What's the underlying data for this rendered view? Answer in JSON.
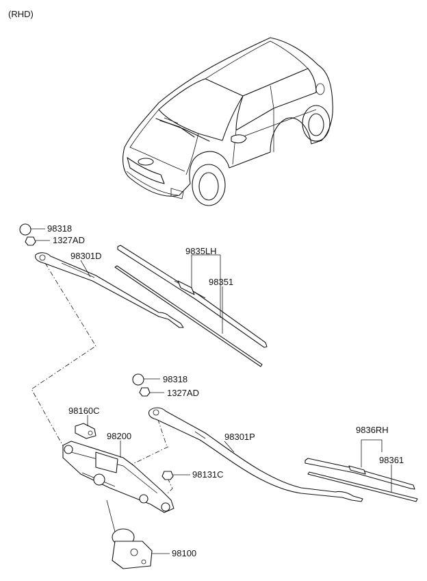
{
  "header": {
    "variant": "(RHD)"
  },
  "parts": {
    "cap_top": "98318",
    "nut_top": "1327AD",
    "arm_driver": "98301D",
    "blade_lh": "9835LH",
    "refill_lh": "98351",
    "cap_mid": "98318",
    "nut_mid": "1327AD",
    "bracket": "98160C",
    "linkage": "98200",
    "arm_passenger": "98301P",
    "blade_rh": "9836RH",
    "refill_rh": "98361",
    "bolt": "98131C",
    "motor": "98100"
  }
}
